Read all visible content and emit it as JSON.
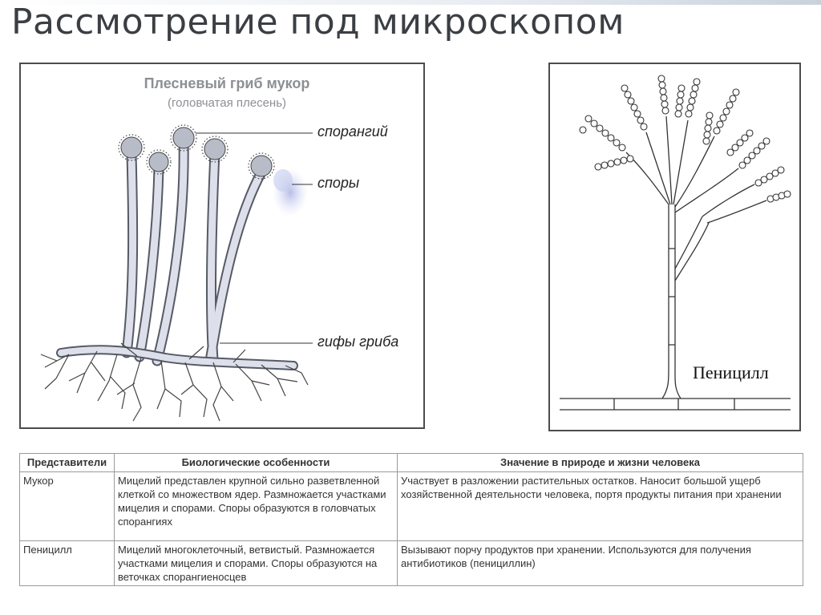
{
  "slide": {
    "title": "Рассмотрение под микроскопом"
  },
  "mucor_figure": {
    "title": "Плесневый гриб мукор",
    "subtitle": "(головчатая плесень)",
    "labels": {
      "sporangium": "спорангий",
      "spores": "споры",
      "hyphae": "гифы гриба"
    }
  },
  "penicillium_figure": {
    "label": "Пеницилл"
  },
  "table": {
    "headers": [
      "Представители",
      "Биологические особенности",
      "Значение в природе и жизни человека"
    ],
    "rows": [
      {
        "name": "Мукор",
        "features": "Мицелий представлен крупной сильно разветвленной клеткой со множеством ядер. Размножается участками мицелия и спорами. Споры образуются в головчатых спорангиях",
        "importance": "Участвует в разложении растительных остатков. Наносит большой ущерб хозяйственной деятельности человека, портя продукты питания при хранении"
      },
      {
        "name": "Пеницилл",
        "features": "Мицелий многоклеточный, ветвистый. Размножается участками мицелия и спорами. Споры образуются на веточках спорангиеносцев",
        "importance": "Вызывают порчу продуктов при хранении. Используются для получения антибиотиков (пенициллин)"
      }
    ]
  },
  "colors": {
    "title": "#3b3f44",
    "hyphae_fill": "#dde0ea",
    "hyphae_stroke": "#555a66",
    "spore_cloud": "#b9bfe6"
  }
}
